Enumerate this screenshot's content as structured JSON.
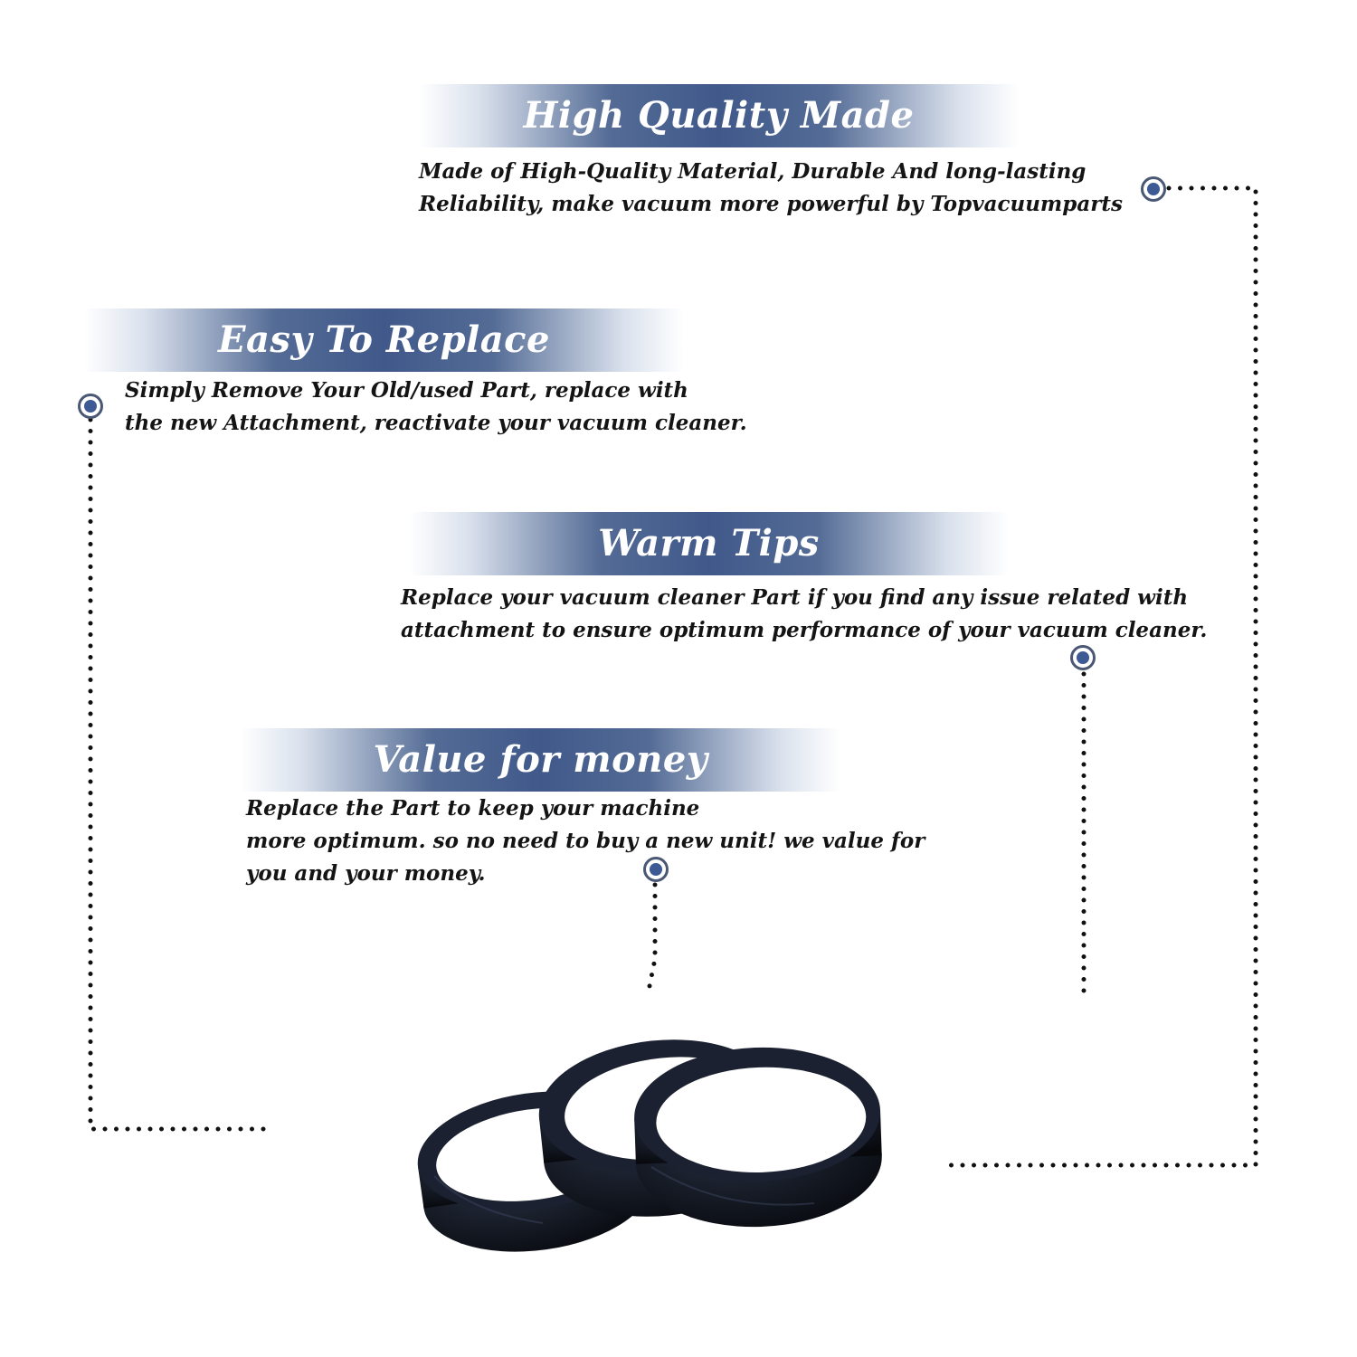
{
  "sections": [
    {
      "title": "High Quality Made",
      "lines": [
        "Made of  High-Quality Material, Durable And long-lasting",
        "Reliability, make vacuum more powerful by Topvacuumparts"
      ]
    },
    {
      "title": "Easy To Replace",
      "lines": [
        "Simply Remove Your Old/used Part, replace with",
        "the new Attachment, reactivate your vacuum cleaner."
      ]
    },
    {
      "title": "Warm Tips",
      "lines": [
        "Replace your vacuum cleaner Part if you find any issue related with",
        " attachment to ensure optimum performance of your vacuum cleaner."
      ]
    },
    {
      "title": "Value for money",
      "lines": [
        "Replace the Part to keep your machine",
        "more optimum. so no need to buy a new unit! we value for",
        "you and your money."
      ]
    }
  ],
  "colors": {
    "banner": "#41598a",
    "marker_dot": "#3d5a94",
    "marker_ring": "#4a5873",
    "dots": "#111111",
    "belt": "#141821"
  },
  "icons": {
    "marker": "circle-dot-marker",
    "product": "vacuum-belts-image"
  }
}
